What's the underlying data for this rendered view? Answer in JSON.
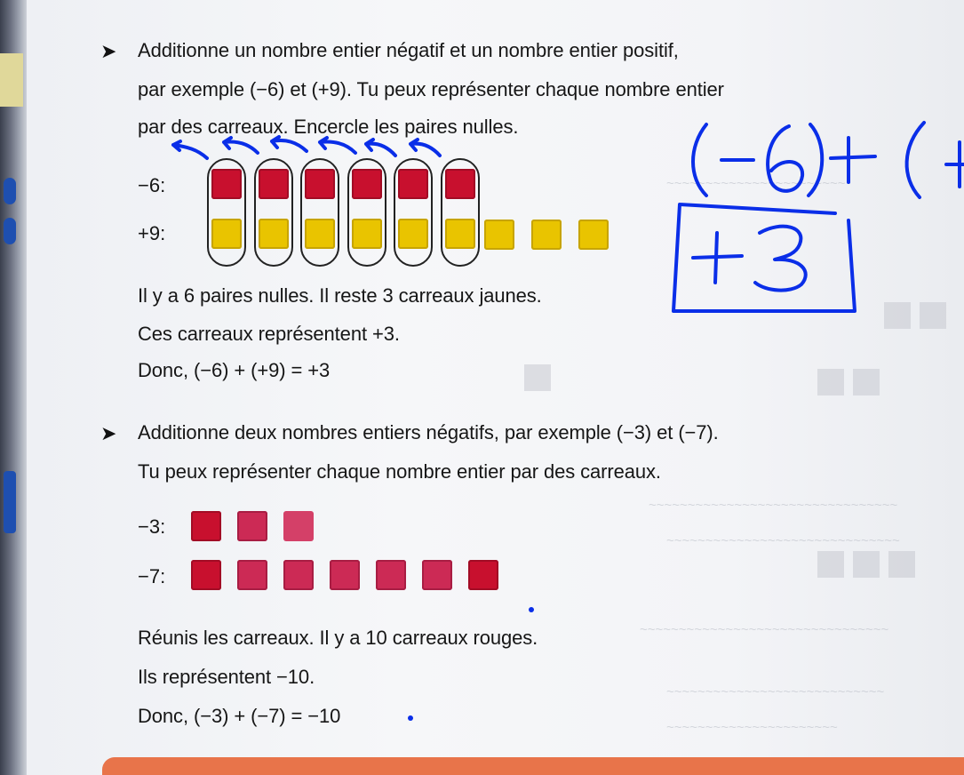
{
  "section1": {
    "intro_line1": "Additionne un nombre entier négatif et un nombre entier positif,",
    "intro_line2": "par exemple (−6) et (+9). Tu peux représenter chaque nombre entier",
    "intro_line3": "par des carreaux. Encercle les paires nulles.",
    "row1_label": "−6:",
    "row2_label": "+9:",
    "red_tile_count": 6,
    "yellow_tile_count": 9,
    "zero_pairs": 6,
    "result_line1": "Il y a 6 paires nulles. Il reste 3 carreaux jaunes.",
    "result_line2": "Ces carreaux représentent +3.",
    "result_line3": "Donc, (−6) + (+9) = +3"
  },
  "section2": {
    "intro_line1": "Additionne deux nombres entiers négatifs, par exemple (−3) et (−7).",
    "intro_line2": "Tu peux représenter chaque nombre entier par des carreaux.",
    "row1_label": "−3:",
    "row2_label": "−7:",
    "row1_tile_count": 3,
    "row2_tile_count": 7,
    "result_line1": "Réunis les carreaux. Il y a 10 carreaux rouges.",
    "result_line2": "Ils représentent −10.",
    "result_line3": "Donc, (−3) + (−7) = −10"
  },
  "handwriting": {
    "expression": "(−6)+(+",
    "answer": "+3"
  },
  "colors": {
    "ink": "#0a2ee8",
    "red_tile": "#c8102e",
    "yellow_tile": "#e9c400",
    "accent_band": "#e8744a"
  }
}
